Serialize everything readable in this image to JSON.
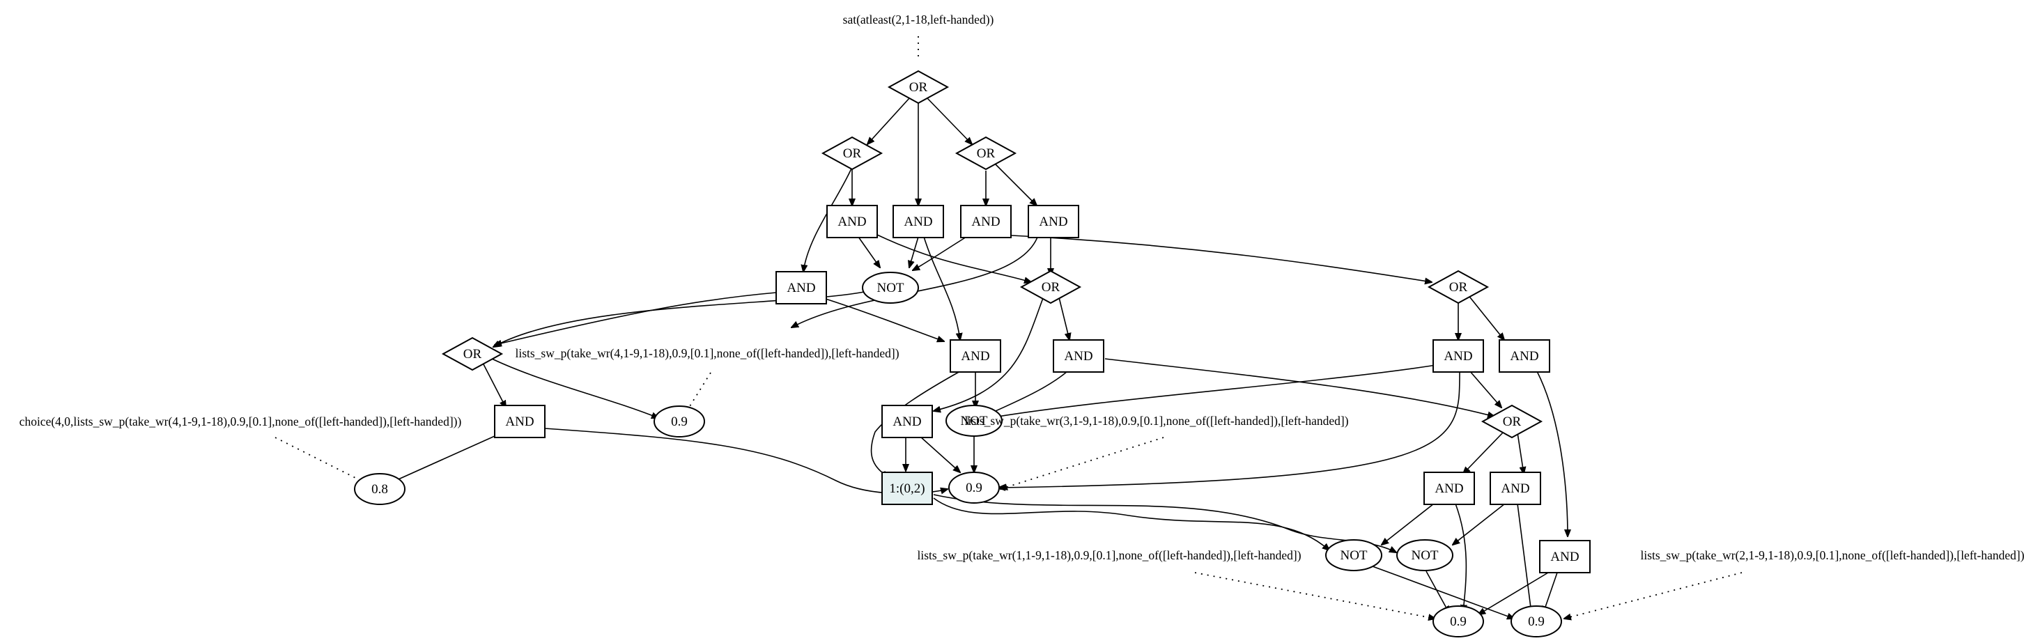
{
  "diagram": {
    "labels": {
      "or": "OR",
      "and": "AND",
      "not": "NOT",
      "highlight": "1:(0,2)",
      "p09": "0.9",
      "p08": "0.8"
    },
    "annotations": {
      "goal": "sat(atleast(2,1-18,left-handed))",
      "lists4": "lists_sw_p(take_wr(4,1-9,1-18),0.9,[0.1],none_of([left-handed]),[left-handed])",
      "choice4": "choice(4,0,lists_sw_p(take_wr(4,1-9,1-18),0.9,[0.1],none_of([left-handed]),[left-handed]))",
      "lists3": "lists_sw_p(take_wr(3,1-9,1-18),0.9,[0.1],none_of([left-handed]),[left-handed])",
      "lists1": "lists_sw_p(take_wr(1,1-9,1-18),0.9,[0.1],none_of([left-handed]),[left-handed])",
      "lists2": "lists_sw_p(take_wr(2,1-9,1-18),0.9,[0.1],none_of([left-handed]),[left-handed])"
    }
  }
}
